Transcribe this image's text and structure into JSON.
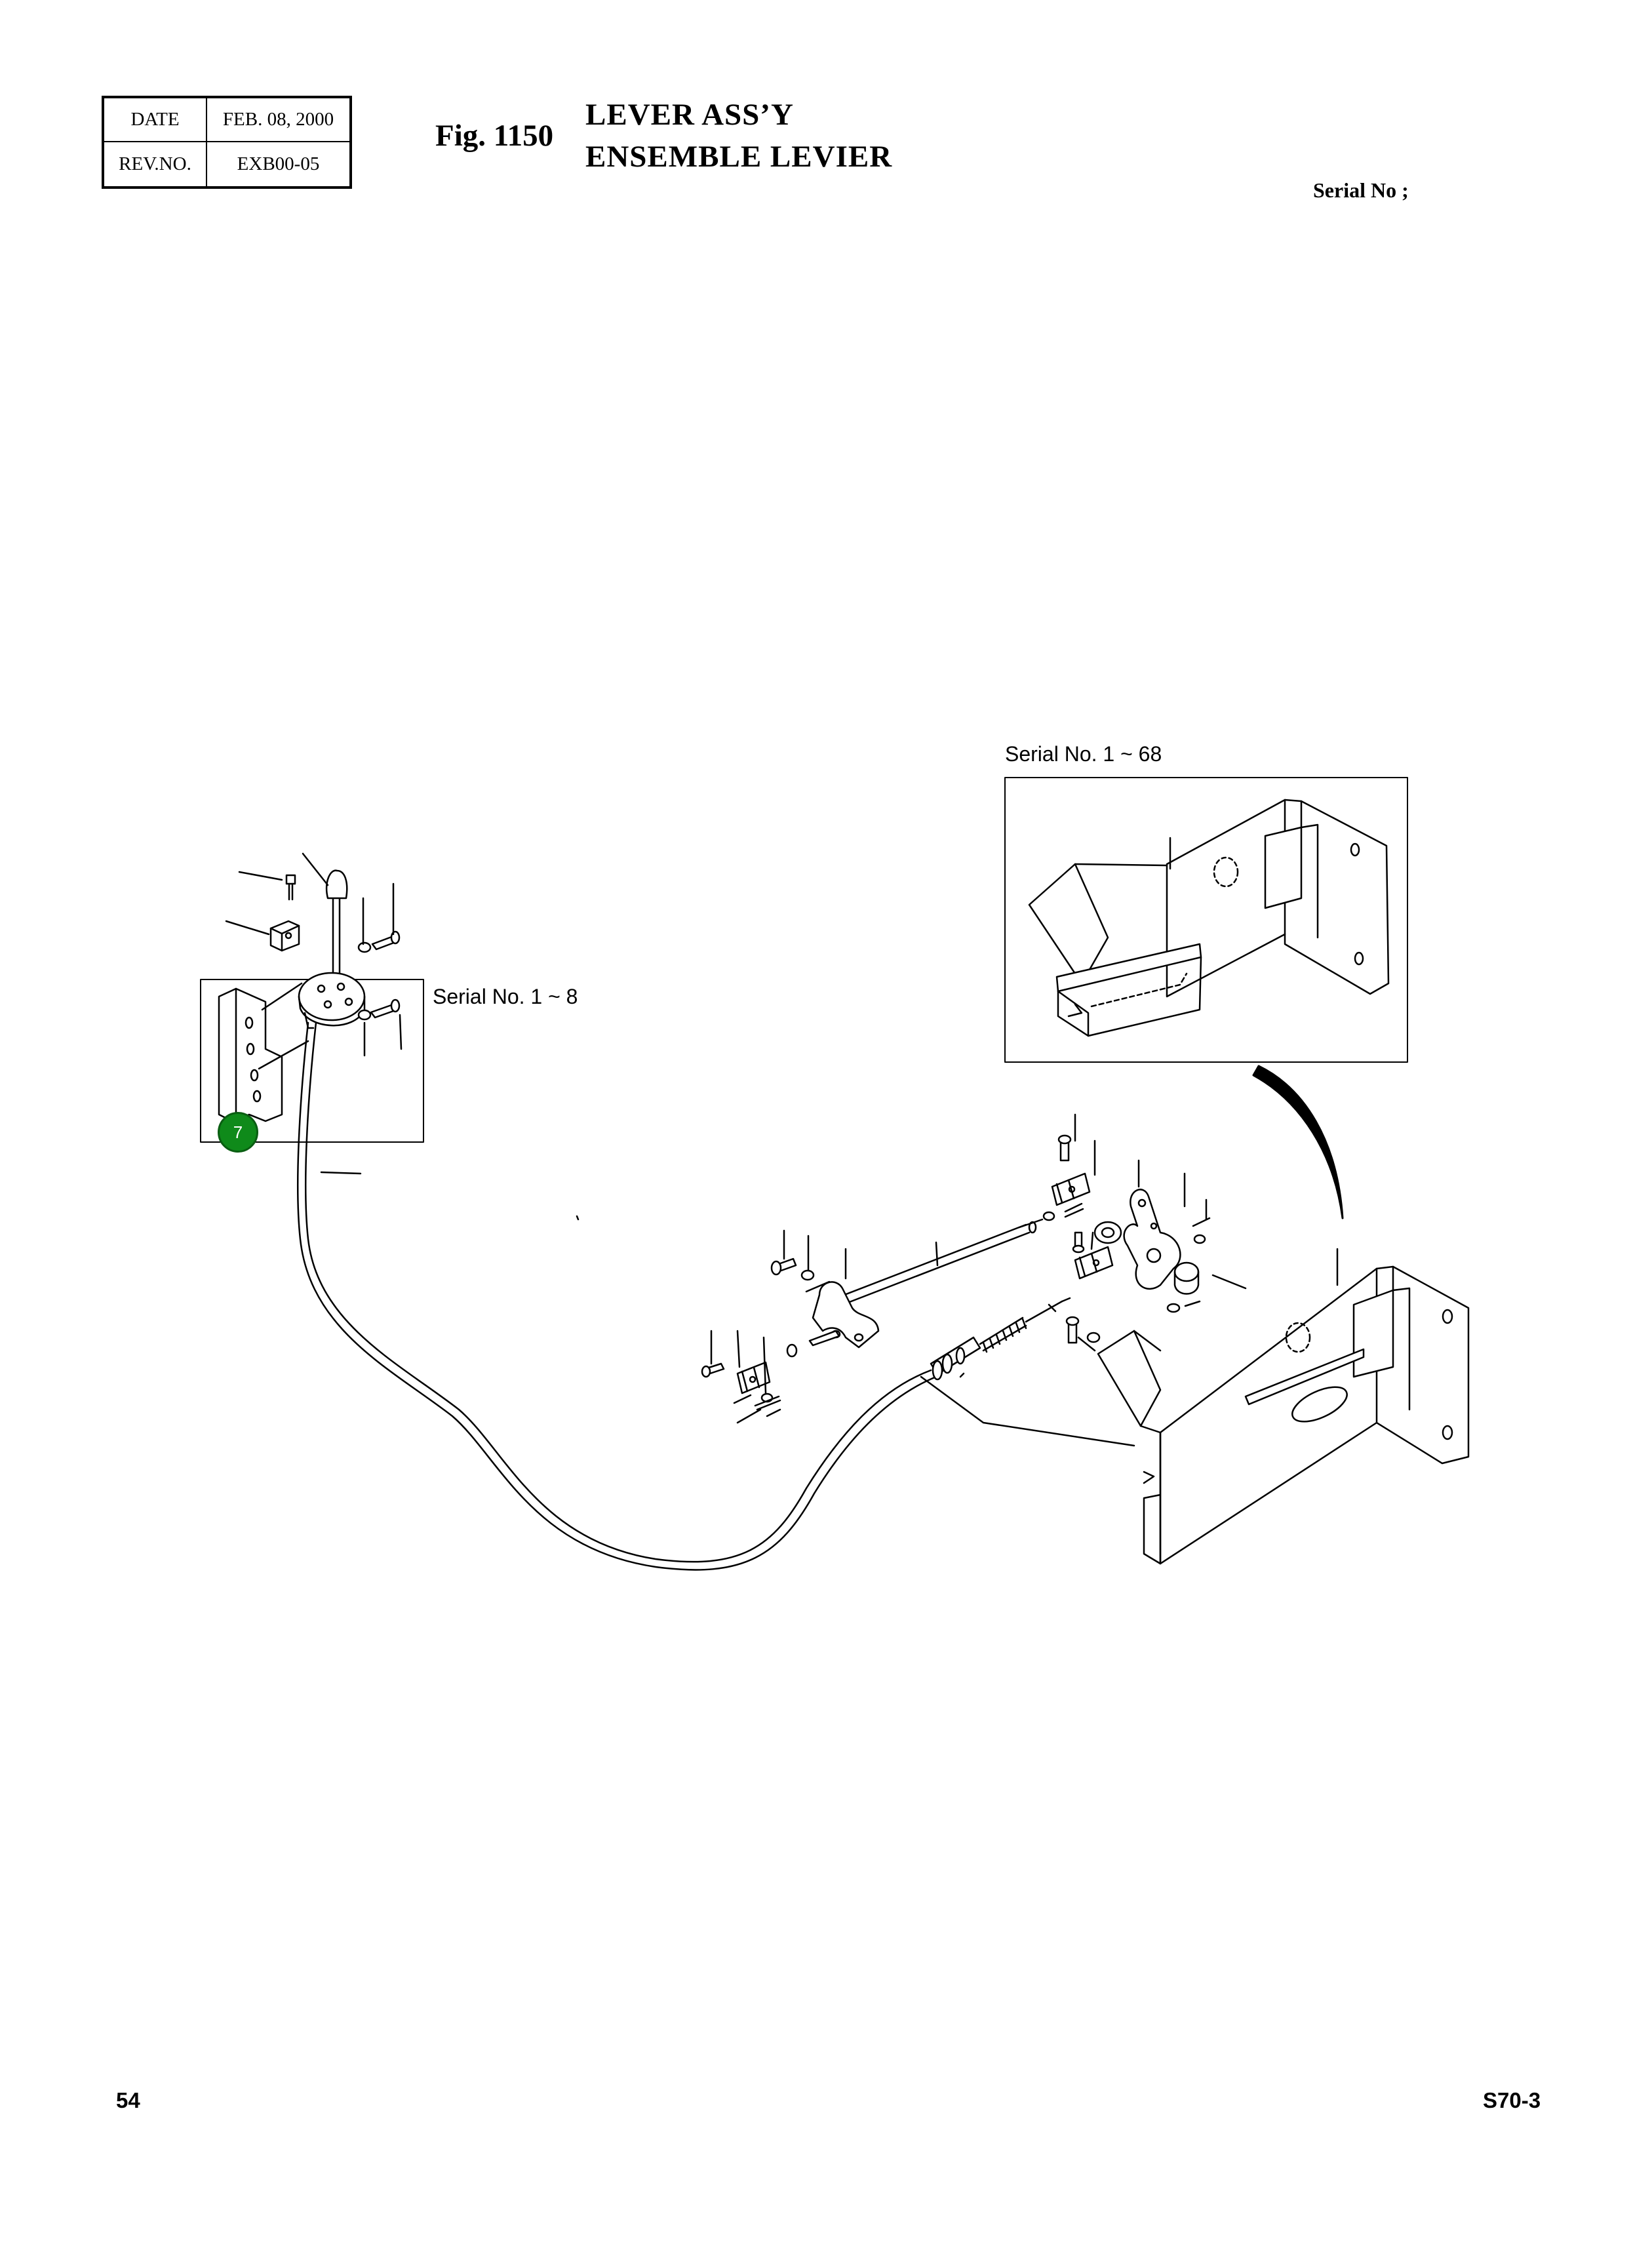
{
  "header": {
    "date_label": "DATE",
    "date_value": "FEB. 08, 2000",
    "rev_label": "REV.NO.",
    "rev_value": "EXB00-05",
    "fig_number": "Fig. 1150",
    "title_en": "LEVER ASS’Y",
    "title_fr": "ENSEMBLE LEVIER",
    "serial_label": "Serial No ;"
  },
  "drawing": {
    "inset_label_right": "Serial No. 1 ~ 68",
    "inset_label_left": "Serial No. 1 ~ 8",
    "callout_number": "7"
  },
  "footer": {
    "page_number": "54",
    "model": "S70-3"
  },
  "colors": {
    "callout_fill": "#0f8a1a",
    "line": "#000000"
  }
}
